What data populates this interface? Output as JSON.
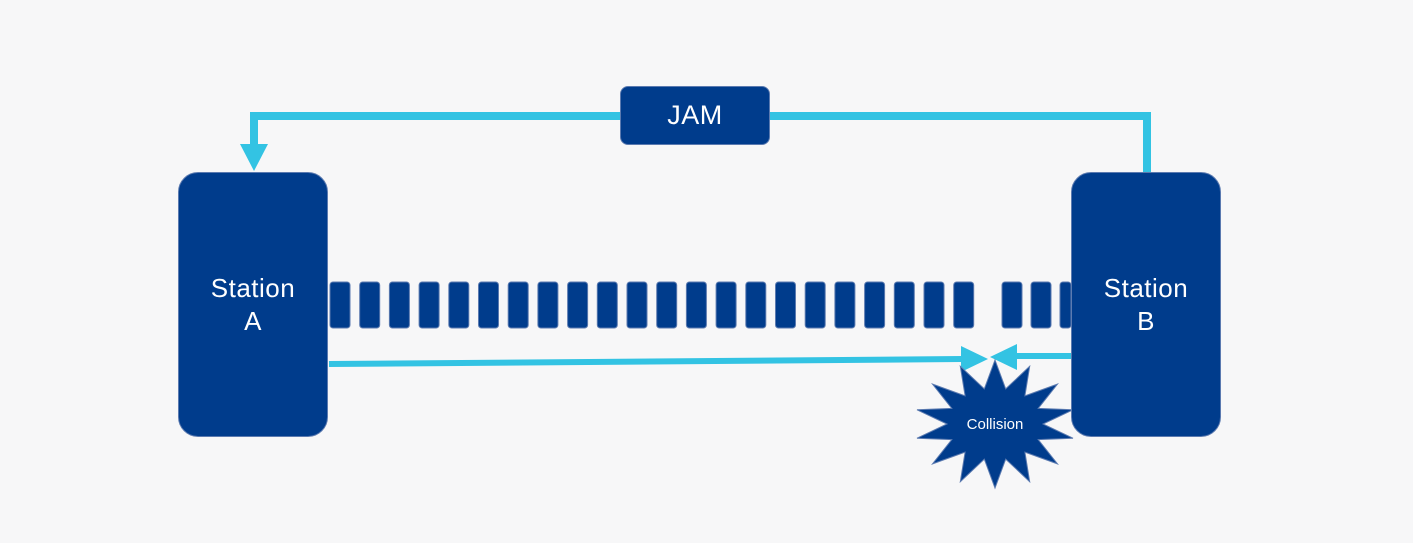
{
  "diagram": {
    "jam_label": "JAM",
    "station_a": {
      "line1": "Station",
      "line2": "A"
    },
    "station_b": {
      "line1": "Station",
      "line2": "B"
    },
    "collision_label": "Collision"
  },
  "colors": {
    "background": "#f7f7f8",
    "node_fill": "#003c8c",
    "node_border": "#5b7ab0",
    "signal_line": "#33c3e3",
    "node_text": "#ffffff"
  }
}
